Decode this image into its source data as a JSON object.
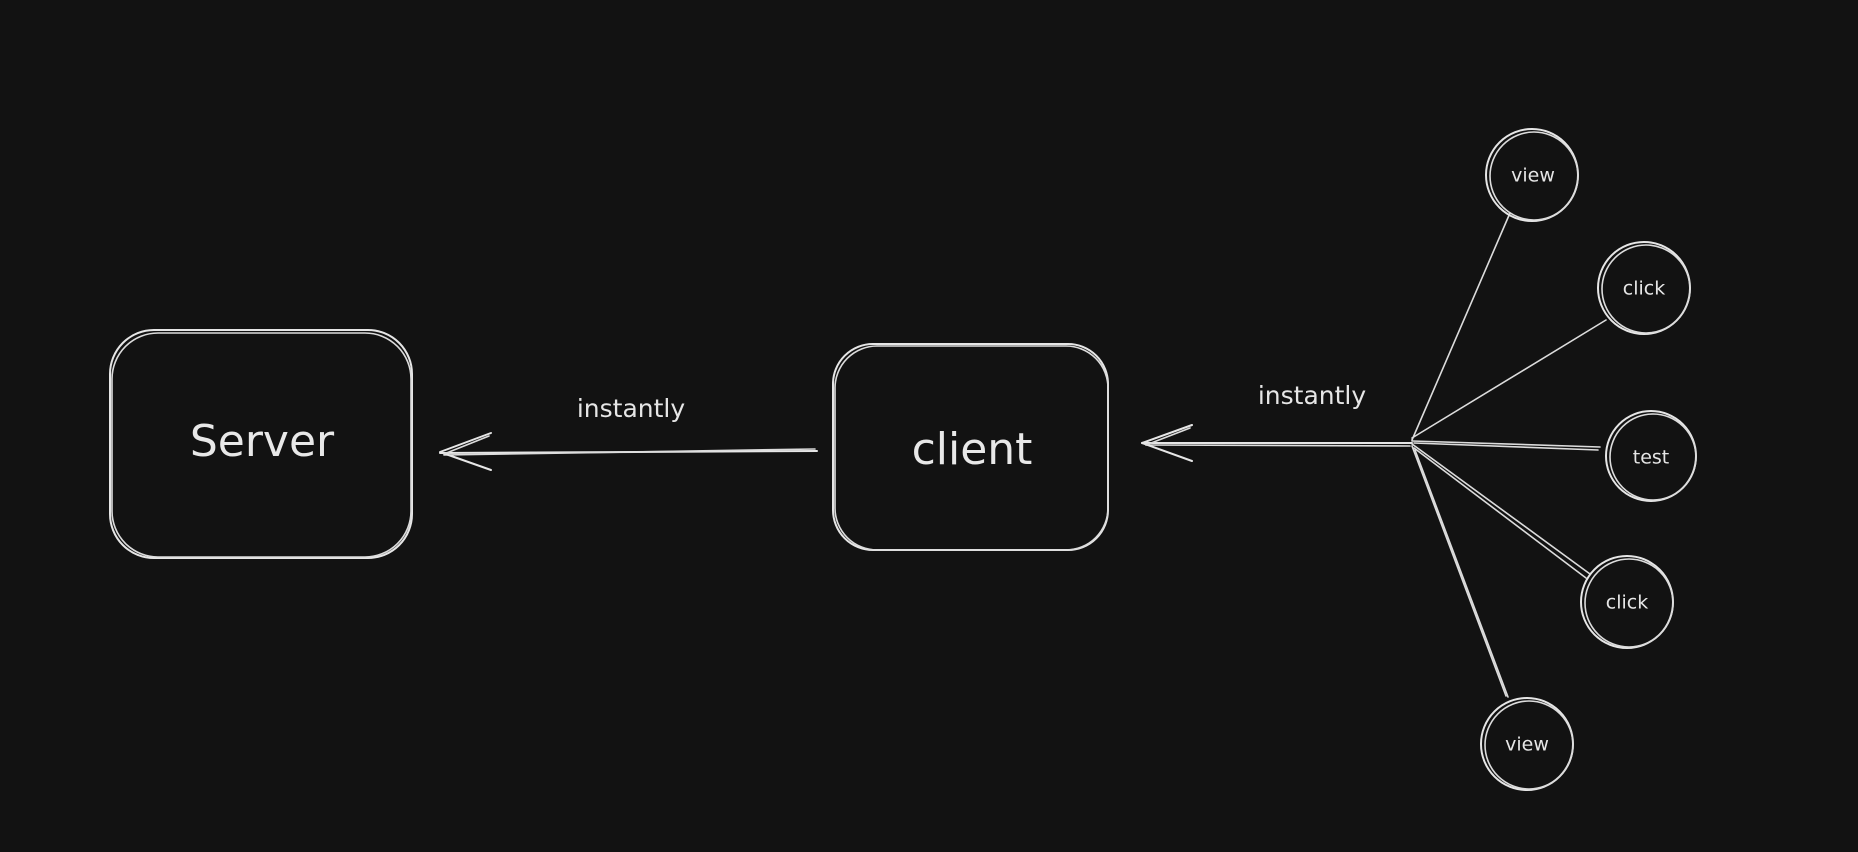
{
  "colors": {
    "background": "#121212",
    "stroke": "#e6e6e6"
  },
  "nodes": {
    "server": {
      "label": "Server"
    },
    "client": {
      "label": "client"
    }
  },
  "edges": {
    "client_to_server": {
      "label": "instantly"
    },
    "events_to_client": {
      "label": "instantly"
    }
  },
  "events": [
    {
      "label": "view"
    },
    {
      "label": "click"
    },
    {
      "label": "test"
    },
    {
      "label": "click"
    },
    {
      "label": "view"
    }
  ]
}
